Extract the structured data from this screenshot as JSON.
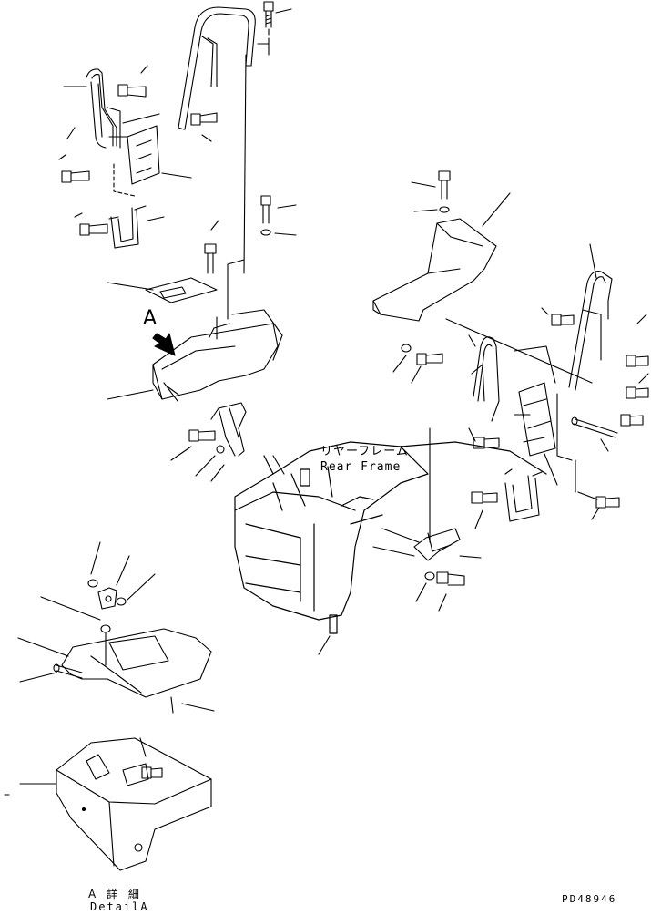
{
  "labels": {
    "view_callout": "A",
    "rear_frame_jp": "リヤーフレーム",
    "rear_frame_en": "Rear Frame",
    "detail_jp": "A 詳 細",
    "detail_en": "DetailA",
    "drawing_code": "PD48946"
  },
  "colors": {
    "line": "#000000",
    "background": "#ffffff"
  }
}
